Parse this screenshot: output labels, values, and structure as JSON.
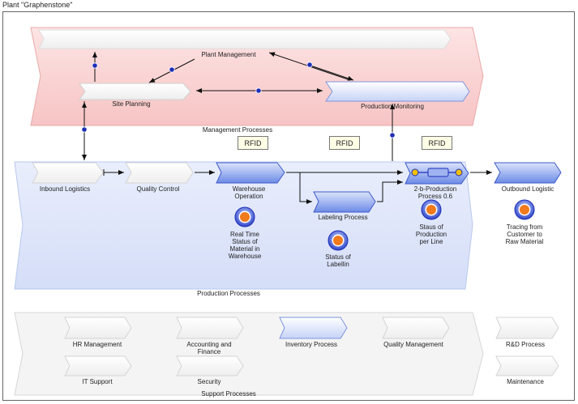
{
  "frame": {
    "title": "Plant \"Graphenstone\""
  },
  "colors": {
    "management_fill": "#fcd8d8",
    "production_fill": "#dfe6fb",
    "process_blue": "#5b7be0",
    "connector_dot": "#1d2fb8",
    "kpi_orange": "#f07a1c"
  },
  "management": {
    "group_label": "Management Processes",
    "plant_management": "Plant Management",
    "site_planning": "Site Planning",
    "production_monitoring": "Production Monitoring"
  },
  "production": {
    "group_label": "Production Processes",
    "inbound_logistics": "Inbound Logistics",
    "quality_control": "Quality Control",
    "warehouse_operation": "Warehouse\nOperation",
    "labeling_process": "Labeling Process",
    "production_process": "2-b-Production\nProcess 0.6",
    "outbound_logistic": "Outbound Logistic",
    "rfid_labels": [
      "RFID",
      "RFID",
      "RFID"
    ],
    "kpis": {
      "warehouse": "Real Time\nStatus of\nMaterial in\nWarehouse",
      "labelling": "Status of\nLabellin",
      "production": "Staus of\nProduction\nper Line",
      "tracing": "Tracing from\nCustomer to\nRaw Material"
    }
  },
  "support": {
    "group_label": "Support Processes",
    "hr_management": "HR Management",
    "accounting_finance": "Accounting and\nFinance",
    "inventory_process": "Inventory Process",
    "quality_management": "Quality Management",
    "rd_process": "R&D Process",
    "it_support": "IT Support",
    "security": "Security",
    "maintenance": "Maintenance"
  }
}
